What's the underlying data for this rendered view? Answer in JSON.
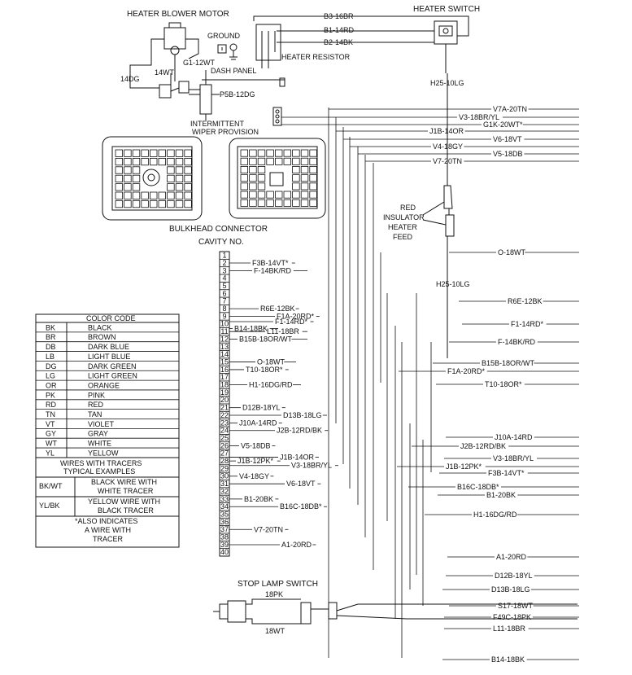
{
  "title_heater_blower_motor": "HEATER BLOWER MOTOR",
  "title_heater_switch": "HEATER SWITCH",
  "label_ground": "GROUND",
  "label_heater_resistor": "HEATER RESISTOR",
  "label_dash_panel": "DASH PANEL",
  "label_g1": "G1-12WT",
  "label_14wt": "14WT",
  "label_14dg": "14DG",
  "label_p5b": "P5B-12DG",
  "label_intermittent": "INTERMITTENT",
  "label_wiper_provision": "WIPER PROVISION",
  "label_bulkhead": "BULKHEAD CONNECTOR",
  "label_cavity": "CAVITY NO.",
  "label_red_insulator_1": "RED",
  "label_red_insulator_2": "INSULATOR",
  "label_red_insulator_3": "HEATER",
  "label_red_insulator_4": "FEED",
  "label_h25_top": "H25-10LG",
  "label_h25_mid": "H25-10LG",
  "switch_wires": [
    "B3-16BR",
    "B1-14RD",
    "B2-14BK"
  ],
  "right_top_wires": [
    "V7A-20TN",
    "V3-18BR/YL",
    "G1K-20WT*",
    "J1B-14OR",
    "V6-18VT",
    "V4-18GY",
    "V5-18DB",
    "V7-20TN"
  ],
  "cavity_numbers": [
    "1",
    "2",
    "3",
    "4",
    "5",
    "6",
    "7",
    "8",
    "9",
    "10",
    "11",
    "12",
    "13",
    "14",
    "15",
    "16",
    "17",
    "18",
    "19",
    "20",
    "21",
    "22",
    "23",
    "24",
    "25",
    "26",
    "27",
    "28",
    "29",
    "30",
    "31",
    "32",
    "33",
    "34",
    "35",
    "36",
    "37",
    "38",
    "39",
    "40"
  ],
  "left_wire_labels": [
    {
      "text": "F3B-14VT*"
    },
    {
      "text": "F-14BK/RD"
    },
    {
      "text": "R6E-12BK"
    },
    {
      "text": "F1A-20RD*"
    },
    {
      "text": "F1-14RD*"
    },
    {
      "text": "B14-18BK"
    },
    {
      "text": "L11-18BR"
    },
    {
      "text": "B15B-18OR/WT"
    },
    {
      "text": "O-18WT"
    },
    {
      "text": "T10-18OR*"
    },
    {
      "text": "H1-16DG/RD"
    },
    {
      "text": "D12B-18YL"
    },
    {
      "text": "D13B-18LG"
    },
    {
      "text": "J10A-14RD"
    },
    {
      "text": "J2B-12RD/BK"
    },
    {
      "text": "V5-18DB"
    },
    {
      "text": "J1B-12PK*"
    },
    {
      "text": "V3-18BR/YL"
    },
    {
      "text": "J1B-14OR"
    },
    {
      "text": "V4-18GY"
    },
    {
      "text": "V6-18VT"
    },
    {
      "text": "B1-20BK"
    },
    {
      "text": "B16C-18DB*"
    },
    {
      "text": "V7-20TN"
    },
    {
      "text": "A1-20RD"
    }
  ],
  "right_wire_labels": [
    {
      "text": "O-18WT"
    },
    {
      "text": "R6E-12BK"
    },
    {
      "text": "F1-14RD*"
    },
    {
      "text": "F-14BK/RD"
    },
    {
      "text": "B15B-18OR/WT"
    },
    {
      "text": "F1A-20RD*"
    },
    {
      "text": "T10-18OR*"
    },
    {
      "text": "J10A-14RD"
    },
    {
      "text": "J2B-12RD/BK"
    },
    {
      "text": "V3-18BR/YL"
    },
    {
      "text": "J1B-12PK*"
    },
    {
      "text": "F3B-14VT*"
    },
    {
      "text": "B16C-18DB*"
    },
    {
      "text": "B1-20BK"
    },
    {
      "text": "H1-16DG/RD"
    },
    {
      "text": "A1-20RD"
    },
    {
      "text": "D12B-18YL"
    },
    {
      "text": "D13B-18LG"
    },
    {
      "text": "S17-18WT"
    },
    {
      "text": "F49C-18PK"
    },
    {
      "text": "L11-18BR"
    },
    {
      "text": "B14-18BK"
    }
  ],
  "color_code": {
    "title": "COLOR CODE",
    "rows": [
      {
        "code": "BK",
        "name": "BLACK"
      },
      {
        "code": "BR",
        "name": "BROWN"
      },
      {
        "code": "DB",
        "name": "DARK BLUE"
      },
      {
        "code": "LB",
        "name": "LIGHT BLUE"
      },
      {
        "code": "DG",
        "name": "DARK GREEN"
      },
      {
        "code": "LG",
        "name": "LIGHT GREEN"
      },
      {
        "code": "OR",
        "name": "ORANGE"
      },
      {
        "code": "PK",
        "name": "PINK"
      },
      {
        "code": "RD",
        "name": "RED"
      },
      {
        "code": "TN",
        "name": "TAN"
      },
      {
        "code": "VT",
        "name": "VIOLET"
      },
      {
        "code": "GY",
        "name": "GRAY"
      },
      {
        "code": "WT",
        "name": "WHITE"
      },
      {
        "code": "YL",
        "name": "YELLOW"
      }
    ],
    "tracers_title_1": "WIRES WITH TRACERS",
    "tracers_title_2": "TYPICAL EXAMPLES",
    "ex1_code": "BK/WT",
    "ex1_desc_1": "BLACK WIRE WITH",
    "ex1_desc_2": "WHITE TRACER",
    "ex2_code": "YL/BK",
    "ex2_desc_1": "YELLOW WIRE WITH",
    "ex2_desc_2": "BLACK TRACER",
    "note_1": "*ALSO INDICATES",
    "note_2": "A WIRE WITH",
    "note_3": "TRACER"
  },
  "stop_lamp": {
    "title": "STOP LAMP SWITCH",
    "wire_top": "18PK",
    "wire_bottom": "18WT"
  }
}
